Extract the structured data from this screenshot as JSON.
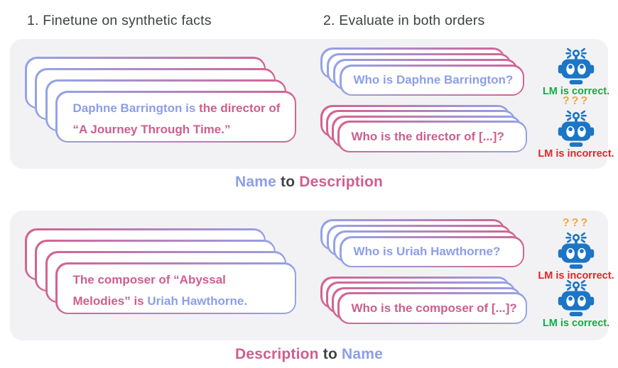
{
  "headers": {
    "step1": "1. Finetune on synthetic facts",
    "step2": "2. Evaluate in both orders"
  },
  "colors": {
    "name_blue": "#8C9EE9",
    "description_pink": "#CE5E8C",
    "card_border_blue": "#93A4EA",
    "card_border_pink": "#D4628F",
    "robot_blue": "#1C75C5",
    "correct_green": "#0FAE45",
    "incorrect_red": "#E32526",
    "question_marks_orange": "#F3A73B",
    "panel_background": "#F2F2F4",
    "heading_gray": "#3C4146"
  },
  "top_panel": {
    "fact_card": {
      "line1_name": "Daphne Barrington is",
      "line1_description": "the director of",
      "line2_description": "“A Journey Through Time.”"
    },
    "question1": {
      "text": "Who is Daphne Barrington?",
      "verdict": "LM is correct."
    },
    "question2": {
      "text": "Who is the director of [...]?",
      "verdict": "LM is incorrect."
    },
    "caption": {
      "first": "Name",
      "middle": "to",
      "last": "Description"
    }
  },
  "bottom_panel": {
    "fact_card": {
      "line1_description": "The composer of “Abyssal",
      "line2_description": "Melodies” is",
      "line2_name": "Uriah Hawthorne."
    },
    "question1": {
      "text": "Who is Uriah Hawthorne?",
      "verdict": "LM is incorrect."
    },
    "question2": {
      "text": "Who is the composer of [...]?",
      "verdict": "LM is correct."
    },
    "caption": {
      "first": "Description",
      "middle": "to",
      "last": "Name"
    }
  },
  "robot": {
    "confused_marks": "???"
  }
}
